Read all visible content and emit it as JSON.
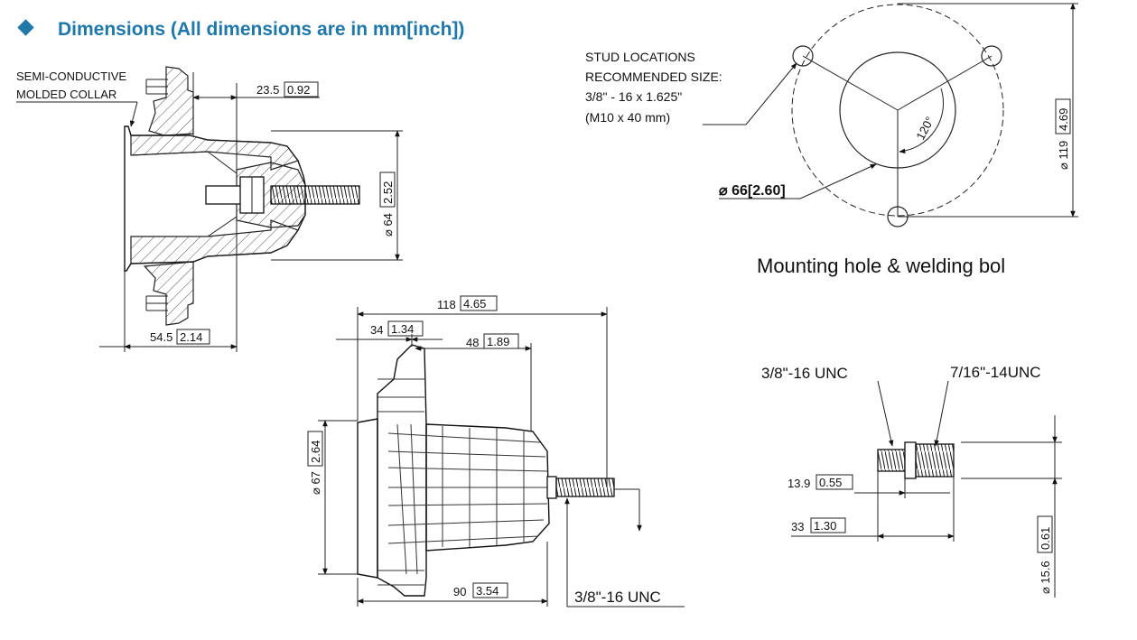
{
  "header": {
    "title": "Dimensions (All dimensions are in mm[inch])",
    "accent_color": "#1f78a8",
    "bullet_icon": "diamond-icon"
  },
  "view_side": {
    "collar_label_1": "SEMI-CONDUCTIVE",
    "collar_label_2": "MOLDED COLLAR",
    "dim_top_mm": "23.5",
    "dim_top_in": "0.92",
    "dim_dia_mm": "64",
    "dim_dia_in": "2.52",
    "dim_bottom_mm": "54.5",
    "dim_bottom_in": "2.14"
  },
  "view_front": {
    "stud_1": "STUD LOCATIONS",
    "stud_2": "RECOMMENDED SIZE:",
    "stud_3": "3/8\" - 16 x 1.625\"",
    "stud_4": "(M10 x 40 mm)",
    "angle": "120°",
    "dia_label": "66[2.60]",
    "dia119_mm": "119",
    "dia119_in": "4.69",
    "caption": "Mounting hole & welding bol"
  },
  "view_assembly": {
    "dim_118_mm": "118",
    "dim_118_in": "4.65",
    "dim_34_mm": "34",
    "dim_34_in": "1.34",
    "dim_48_mm": "48",
    "dim_48_in": "1.89",
    "dim_67_mm": "67",
    "dim_67_in": "2.64",
    "dim_90_mm": "90",
    "dim_90_in": "3.54",
    "thread": "3/8\"-16 UNC"
  },
  "view_stud": {
    "thread_a": "3/8\"-16 UNC",
    "thread_b": "7/16\"-14UNC",
    "dim_139_mm": "13.9",
    "dim_139_in": "0.55",
    "dim_33_mm": "33",
    "dim_33_in": "1.30",
    "dim_156_mm": "15.6",
    "dim_156_in": "0.61"
  }
}
